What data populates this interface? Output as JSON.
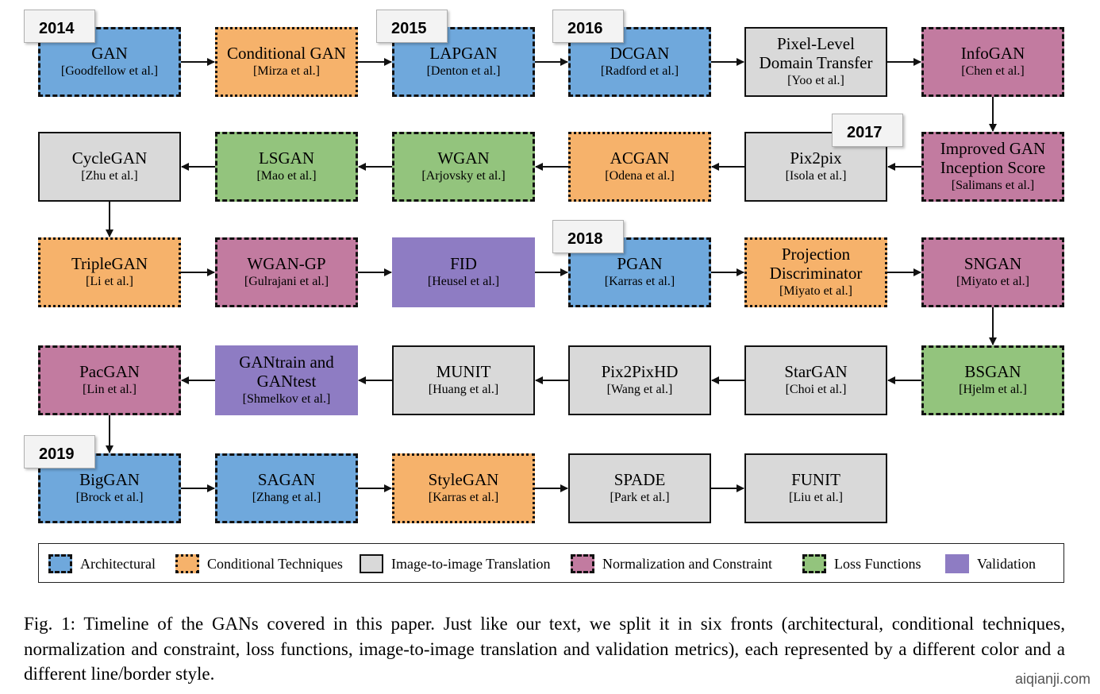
{
  "years": [
    "2014",
    "2015",
    "2016",
    "2017",
    "2018",
    "2019"
  ],
  "nodes": [
    {
      "title": "GAN",
      "cite": "[Goodfellow et al.]",
      "category": "arch"
    },
    {
      "title": "Conditional GAN",
      "cite": "[Mirza et al.]",
      "category": "cond"
    },
    {
      "title": "LAPGAN",
      "cite": "[Denton et al.]",
      "category": "arch"
    },
    {
      "title": "DCGAN",
      "cite": "[Radford et al.]",
      "category": "arch"
    },
    {
      "title": "Pixel-Level\nDomain Transfer",
      "cite": "[Yoo et al.]",
      "category": "i2i"
    },
    {
      "title": "InfoGAN",
      "cite": "[Chen et al.]",
      "category": "norm"
    },
    {
      "title": "Improved GAN\nInception Score",
      "cite": "[Salimans et al.]",
      "category": "norm"
    },
    {
      "title": "Pix2pix",
      "cite": "[Isola et al.]",
      "category": "i2i"
    },
    {
      "title": "ACGAN",
      "cite": "[Odena et al.]",
      "category": "cond"
    },
    {
      "title": "WGAN",
      "cite": "[Arjovsky et al.]",
      "category": "loss"
    },
    {
      "title": "LSGAN",
      "cite": "[Mao et al.]",
      "category": "loss"
    },
    {
      "title": "CycleGAN",
      "cite": "[Zhu et al.]",
      "category": "i2i"
    },
    {
      "title": "TripleGAN",
      "cite": "[Li et al.]",
      "category": "cond"
    },
    {
      "title": "WGAN-GP",
      "cite": "[Gulrajani et al.]",
      "category": "norm"
    },
    {
      "title": "FID",
      "cite": "[Heusel et al.]",
      "category": "valid"
    },
    {
      "title": "PGAN",
      "cite": "[Karras et al.]",
      "category": "arch"
    },
    {
      "title": "Projection\nDiscriminator",
      "cite": "[Miyato et al.]",
      "category": "cond"
    },
    {
      "title": "SNGAN",
      "cite": "[Miyato et al.]",
      "category": "norm"
    },
    {
      "title": "BSGAN",
      "cite": "[Hjelm et al.]",
      "category": "loss"
    },
    {
      "title": "StarGAN",
      "cite": "[Choi et al.]",
      "category": "i2i"
    },
    {
      "title": "Pix2PixHD",
      "cite": "[Wang et al.]",
      "category": "i2i"
    },
    {
      "title": "MUNIT",
      "cite": "[Huang et al.]",
      "category": "i2i"
    },
    {
      "title": "GANtrain and\nGANtest",
      "cite": "[Shmelkov et al.]",
      "category": "valid"
    },
    {
      "title": "PacGAN",
      "cite": "[Lin et al.]",
      "category": "norm"
    },
    {
      "title": "BigGAN",
      "cite": "[Brock et al.]",
      "category": "arch"
    },
    {
      "title": "SAGAN",
      "cite": "[Zhang et al.]",
      "category": "arch"
    },
    {
      "title": "StyleGAN",
      "cite": "[Karras et al.]",
      "category": "cond"
    },
    {
      "title": "SPADE",
      "cite": "[Park et al.]",
      "category": "i2i"
    },
    {
      "title": "FUNIT",
      "cite": "[Liu et al.]",
      "category": "i2i"
    }
  ],
  "legend": [
    {
      "key": "arch",
      "label": "Architectural",
      "color": "#6fa8dc"
    },
    {
      "key": "cond",
      "label": "Conditional Techniques",
      "color": "#f6b26b"
    },
    {
      "key": "i2i",
      "label": "Image-to-image Translation",
      "color": "#d9d9d9"
    },
    {
      "key": "norm",
      "label": "Normalization and Constraint",
      "color": "#c27ba0"
    },
    {
      "key": "loss",
      "label": "Loss Functions",
      "color": "#93c47d"
    },
    {
      "key": "valid",
      "label": "Validation",
      "color": "#8e7cc3"
    }
  ],
  "caption": "Fig. 1: Timeline of the GANs covered in this paper. Just like our text, we split it in six fronts (architectural, conditional techniques, normalization and constraint, loss functions, image-to-image translation and validation metrics), each represented by a different color and a different line/border style.",
  "watermark": "aiqianji.com"
}
